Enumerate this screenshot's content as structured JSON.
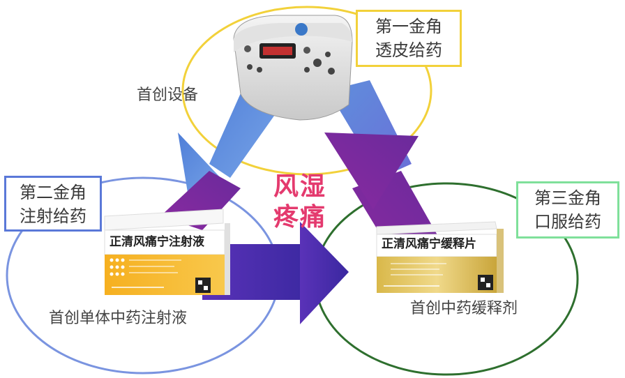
{
  "top_box": {
    "line1": "第一金角",
    "line2": "透皮给药",
    "color": "#f2d13a"
  },
  "left_box": {
    "line1": "第二金角",
    "line2": "注射给药",
    "color": "#5a78d8"
  },
  "right_box": {
    "line1": "第三金角",
    "line2": "口服给药",
    "color": "#7fe09a"
  },
  "captions": {
    "device": "首创设备",
    "injection": "首创单体中药注射液",
    "tablet": "首创中药缓释剂"
  },
  "center": {
    "line1": "风湿",
    "line2": "疼痛",
    "color": "#e43a6e"
  },
  "injection_box": {
    "title": "正清风痛宁注射液"
  },
  "tablet_box": {
    "title": "正清风痛宁缓释片"
  },
  "colors": {
    "top_ellipse": "#f2d13a",
    "left_ellipse": "#6a86dc",
    "right_ellipse": "#2e7a2e",
    "arrow_blue": "#5a86d6",
    "arrow_purple": "#7a2a9a",
    "arrow_indigo": "#4a2aa8"
  }
}
